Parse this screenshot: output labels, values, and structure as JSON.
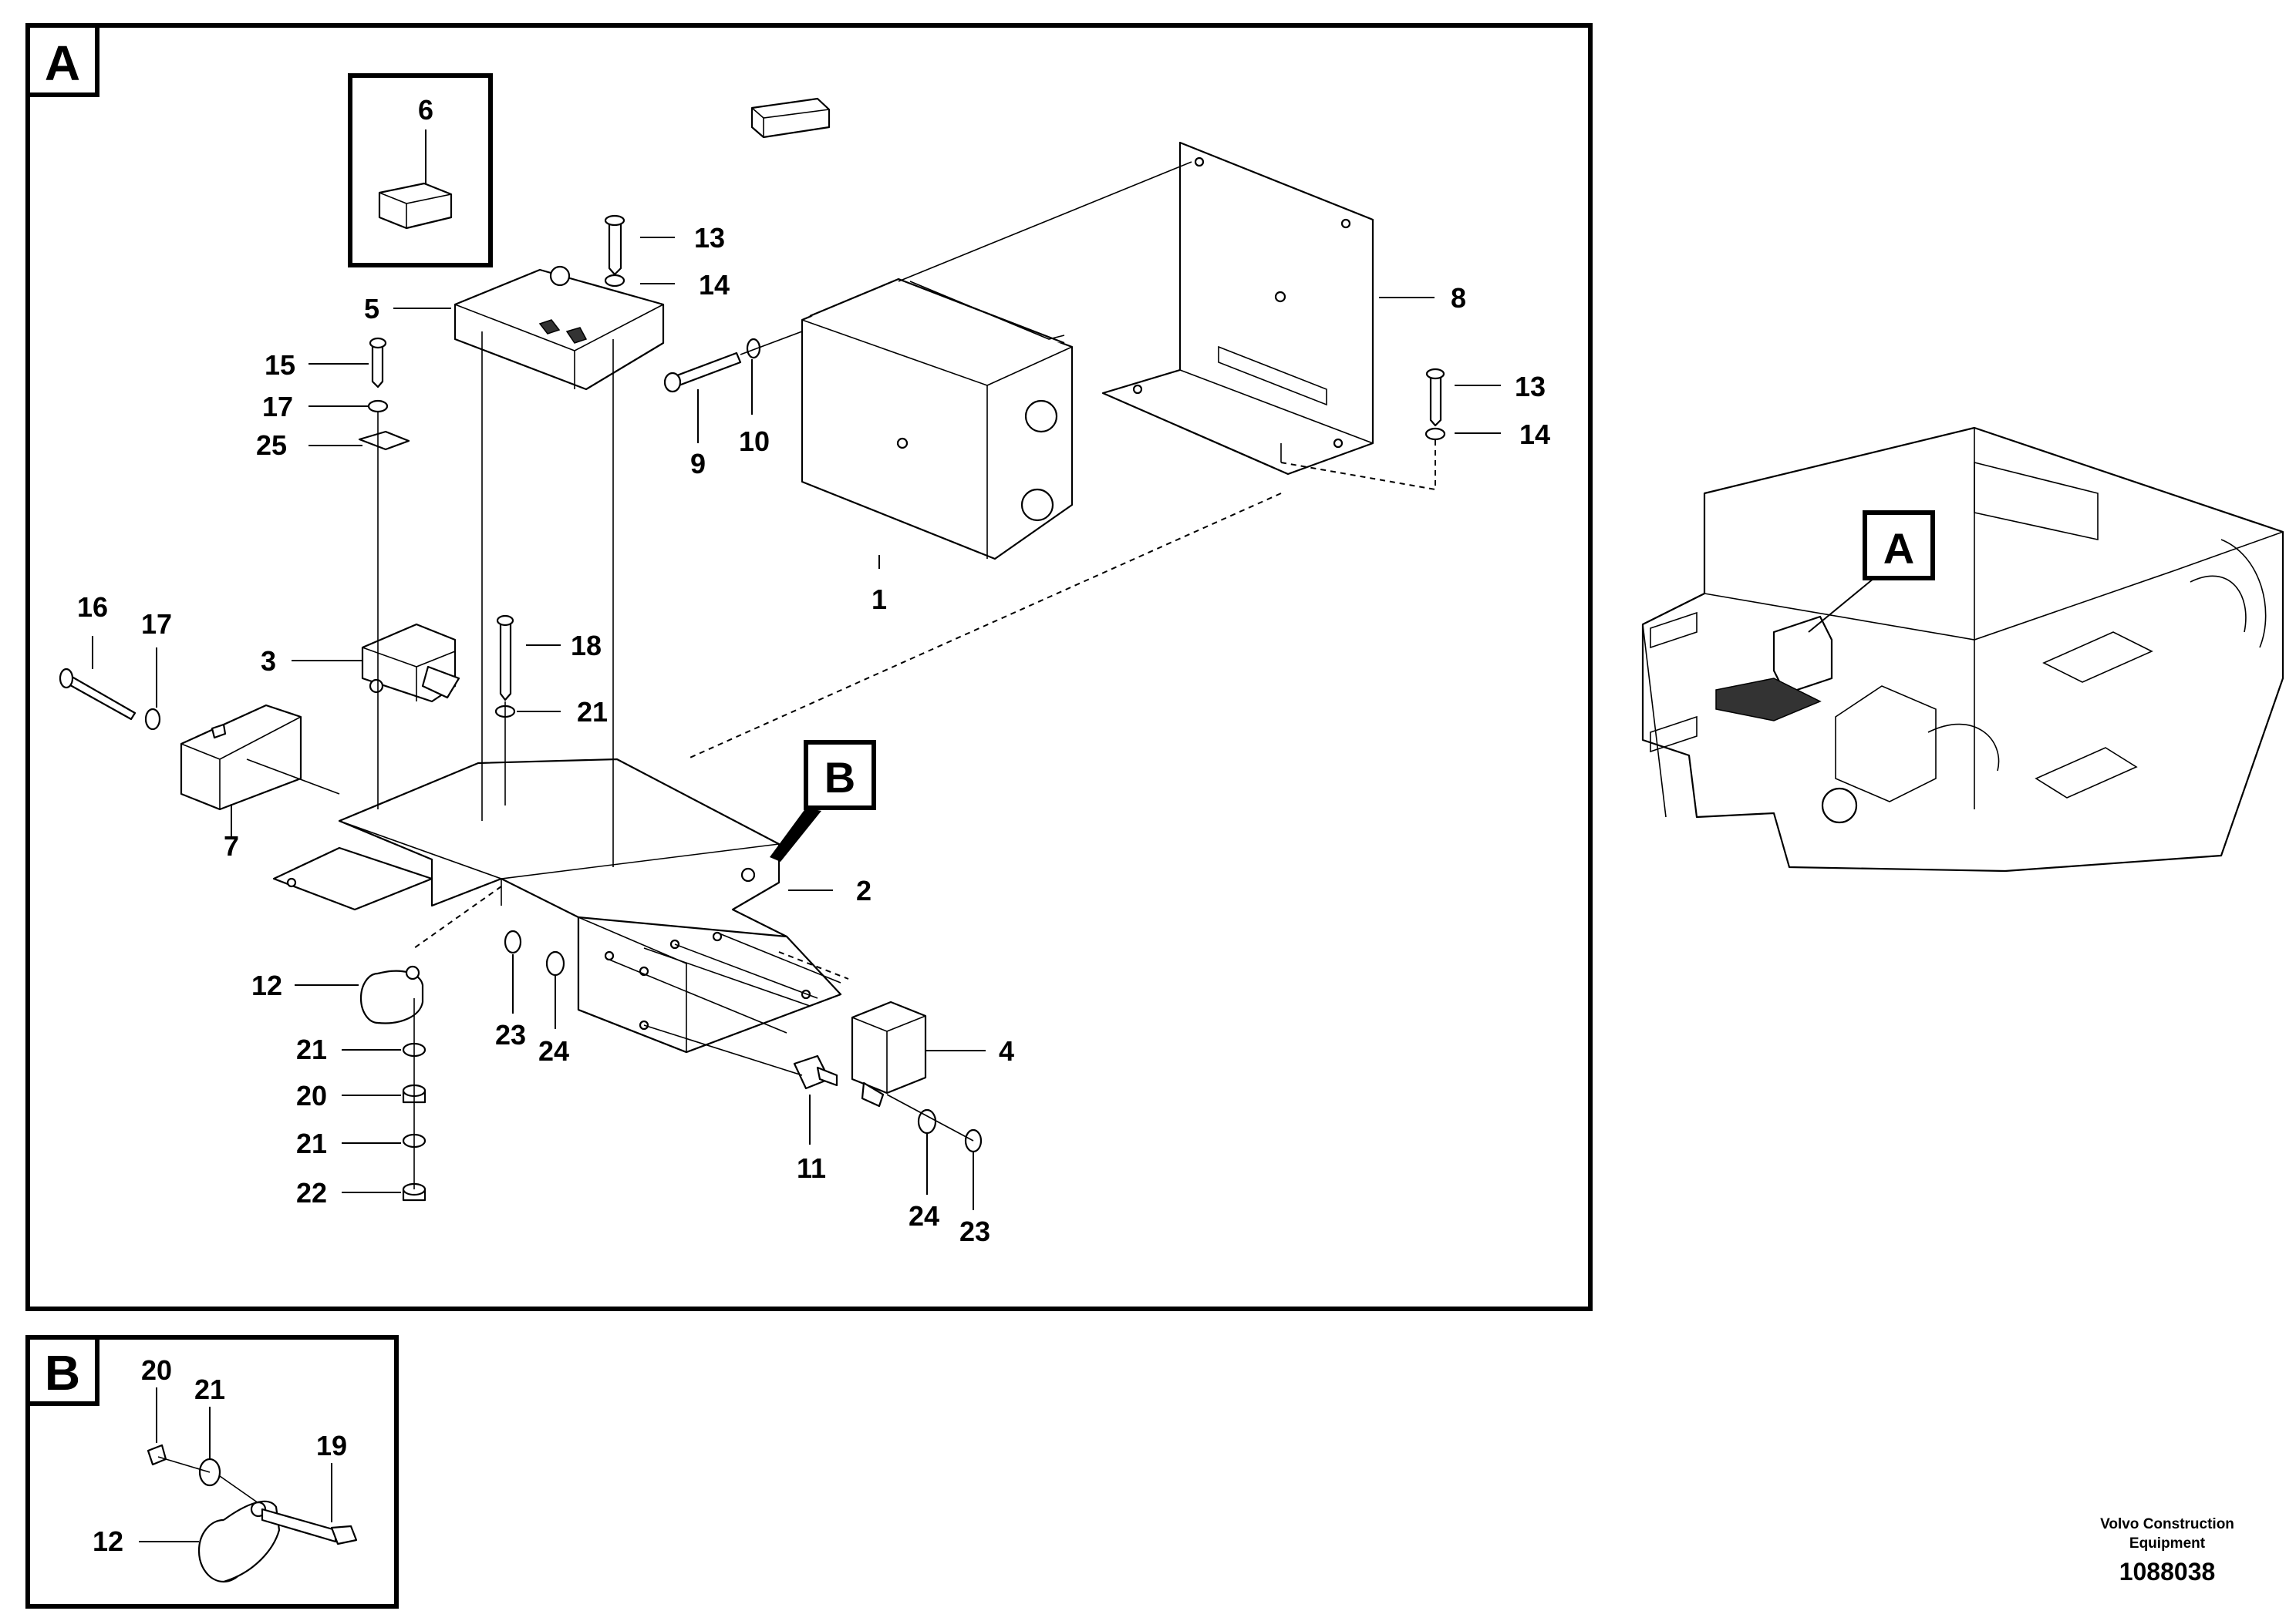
{
  "frames": {
    "main": {
      "label": "A"
    },
    "detail": {
      "label": "B"
    },
    "overview_marker": {
      "label": "A"
    },
    "detail_marker": {
      "label": "B"
    }
  },
  "callouts": {
    "c1": "1",
    "c2": "2",
    "c3": "3",
    "c4": "4",
    "c5": "5",
    "c6": "6",
    "c7": "7",
    "c8": "8",
    "c9": "9",
    "c10": "10",
    "c11": "11",
    "c12": "12",
    "c13a": "13",
    "c13b": "13",
    "c14a": "14",
    "c14b": "14",
    "c15": "15",
    "c16": "16",
    "c17a": "17",
    "c17b": "17",
    "c18": "18",
    "c20": "20",
    "c21a": "21",
    "c21b": "21",
    "c21c": "21",
    "c22": "22",
    "c23a": "23",
    "c23b": "23",
    "c24a": "24",
    "c24b": "24",
    "c25": "25"
  },
  "detail_callouts": {
    "d20": "20",
    "d21": "21",
    "d19": "19",
    "d12": "12"
  },
  "footer": {
    "brand_line1": "Volvo Construction",
    "brand_line2": "Equipment",
    "doc_number": "1088038"
  }
}
